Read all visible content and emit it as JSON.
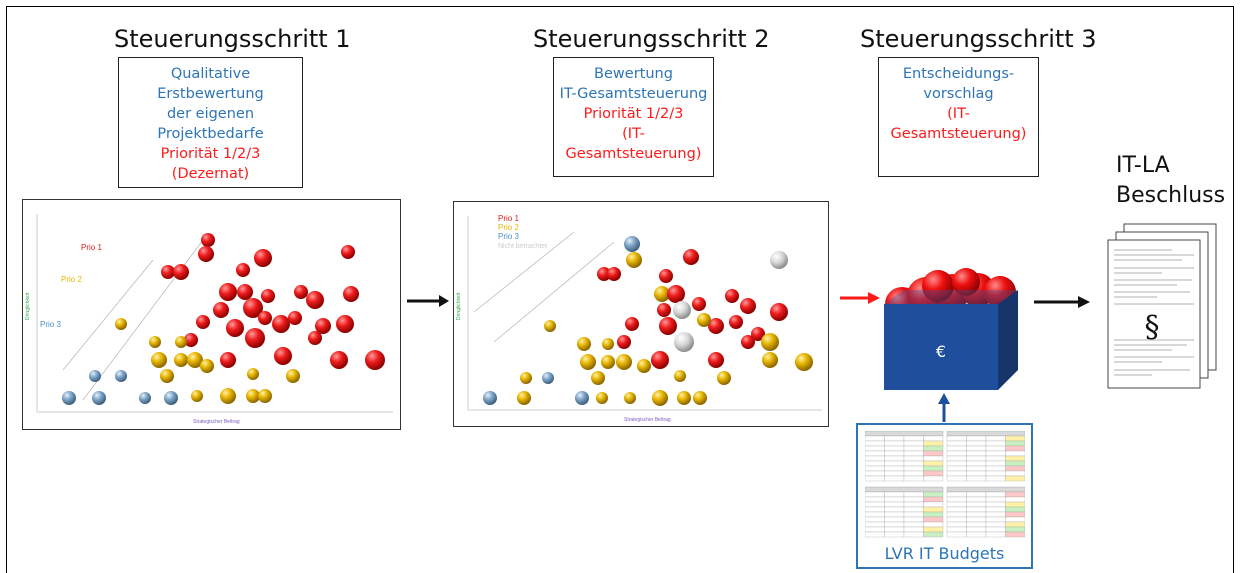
{
  "steps": [
    {
      "title": "Steuerungsschritt 1",
      "box_lines": [
        {
          "text": "Qualitative",
          "color": "blue"
        },
        {
          "text": "Erstbewertung",
          "color": "blue"
        },
        {
          "text": "der eigenen",
          "color": "blue"
        },
        {
          "text": "Projektbedarfe",
          "color": "blue"
        },
        {
          "text": "Priorität 1/2/3",
          "color": "red"
        },
        {
          "text": "(Dezernat)",
          "color": "red"
        }
      ]
    },
    {
      "title": "Steuerungsschritt  2",
      "box_lines": [
        {
          "text": "Bewertung",
          "color": "blue"
        },
        {
          "text": "IT-Gesamtsteuerung",
          "color": "blue"
        },
        {
          "text": "Priorität 1/2/3",
          "color": "red"
        },
        {
          "text": "(IT-Gesamtsteuerung)",
          "color": "red"
        }
      ]
    },
    {
      "title": "Steuerungsschritt 3",
      "box_lines": [
        {
          "text": "Entscheidungs-",
          "color": "blue"
        },
        {
          "text": "vorschlag",
          "color": "blue"
        },
        {
          "text": "(IT-Gesamtsteuerung)",
          "color": "red"
        }
      ]
    }
  ],
  "chart1": {
    "prio_labels": [
      "Prio 1",
      "Prio 2",
      "Prio 3"
    ],
    "prio_colors": [
      "#e02020",
      "#e6b800",
      "#4a90c8"
    ],
    "xlabel": "Strategischer Beitrag",
    "ylabel": "Dringlichkeit"
  },
  "chart2": {
    "legend": [
      "Prio 1",
      "Prio 2",
      "Prio 3",
      "Nicht betrachtet"
    ],
    "legend_colors": [
      "#e02020",
      "#e6b800",
      "#4a90c8",
      "#cccccc"
    ],
    "xlabel": "Strategischer Beitrag",
    "ylabel": "Dringlichkeit"
  },
  "budget_cube": {
    "symbol": "€",
    "color": "#1f4e9c"
  },
  "decision": {
    "line1": "IT-LA",
    "line2": "Beschluss",
    "doc_symbol": "§"
  },
  "budget": {
    "label": "LVR IT Budgets"
  },
  "colors": {
    "red": "#ff1a1a",
    "blue": "#2e75b6",
    "gold": "#e6b800",
    "arrow": "#111111",
    "up_arrow": "#1f4e9c"
  }
}
